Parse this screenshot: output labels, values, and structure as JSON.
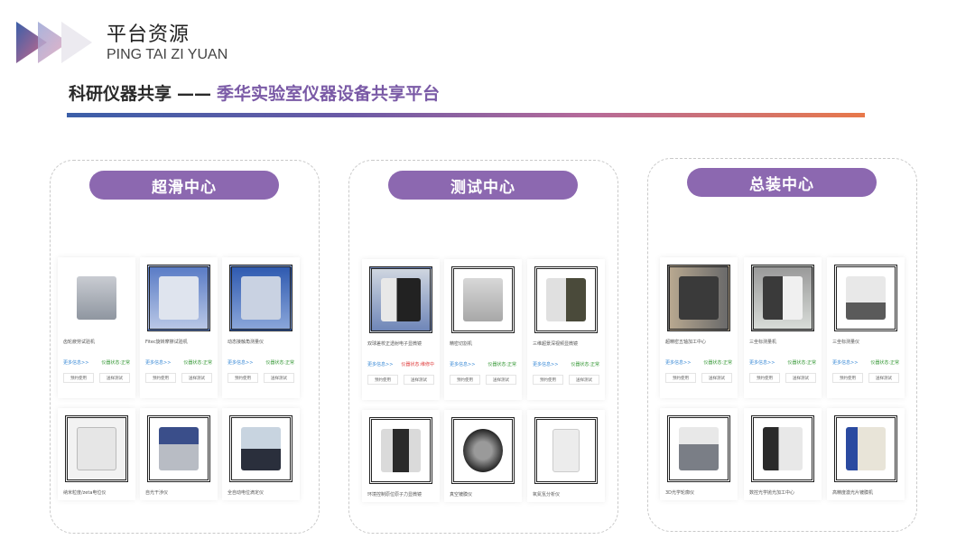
{
  "header": {
    "title": "平台资源",
    "subtitle_pinyin": "PING TAI ZI YUAN",
    "section_left": "科研仪器共享",
    "section_dash": "——",
    "section_right": "季华实验室仪器设备共享平台"
  },
  "colors": {
    "accent_purple": "#8c68b0",
    "title_purple": "#7a5aa6",
    "gradient": [
      "#3b5fa8",
      "#6a5aa6",
      "#b56a9a",
      "#e8784a"
    ],
    "status_ok": "#3a9a3a",
    "status_warn": "#e04040",
    "link_blue": "#3a8ad6"
  },
  "common": {
    "more_label": "更多信息>>",
    "reserve_label": "预约使用",
    "sample_label": "送样测试"
  },
  "panels": [
    {
      "title": "超滑中心",
      "cards": [
        {
          "name": "齿轮疲劳试验机",
          "status": "仪器状态:正常",
          "state": "ok",
          "icon": "test-rig-icon"
        },
        {
          "name": "Fitec旋转摩擦试验机",
          "status": "仪器状态:正常",
          "state": "ok",
          "icon": "friction-tester-icon"
        },
        {
          "name": "动态接触角测量仪",
          "status": "仪器状态:正常",
          "state": "ok",
          "icon": "contact-angle-icon"
        },
        {
          "name": "纳米粒度/zeta电位仪",
          "icon": "particle-analyzer-icon"
        },
        {
          "name": "自光干涉仪",
          "icon": "interferometer-icon"
        },
        {
          "name": "全自动电位滴定仪",
          "icon": "titrator-icon"
        }
      ]
    },
    {
      "title": "测试中心",
      "cards": [
        {
          "name": "双球差校正透射电子显微镜",
          "status": "仪器状态:维修中",
          "state": "warn",
          "icon": "electron-microscope-icon"
        },
        {
          "name": "精密切割机",
          "status": "仪器状态:正常",
          "state": "ok",
          "icon": "cutting-machine-icon"
        },
        {
          "name": "三维超景深视频显微镜",
          "status": "仪器状态:正常",
          "state": "ok",
          "icon": "video-microscope-icon"
        },
        {
          "name": "环境控制原位原子力显微镜",
          "icon": "afm-icon"
        },
        {
          "name": "真空镀膜仪",
          "icon": "vacuum-coater-icon"
        },
        {
          "name": "氧氮氢分析仪",
          "icon": "gas-analyzer-icon"
        }
      ]
    },
    {
      "title": "总装中心",
      "cards": [
        {
          "name": "超精密五轴加工中心",
          "status": "仪器状态:正常",
          "state": "ok",
          "icon": "machining-center-icon"
        },
        {
          "name": "三坐标测量机",
          "status": "仪器状态:正常",
          "state": "ok",
          "icon": "cmm-icon"
        },
        {
          "name": "三坐标测量仪",
          "status": "仪器状态:正常",
          "state": "ok",
          "icon": "cmm-gantry-icon"
        },
        {
          "name": "3D光学轮廓仪",
          "icon": "optical-profiler-icon"
        },
        {
          "name": "数控光学抛光加工中心",
          "icon": "polishing-center-icon"
        },
        {
          "name": "高精度激光片镀膜机",
          "icon": "laser-coater-icon"
        }
      ]
    }
  ]
}
